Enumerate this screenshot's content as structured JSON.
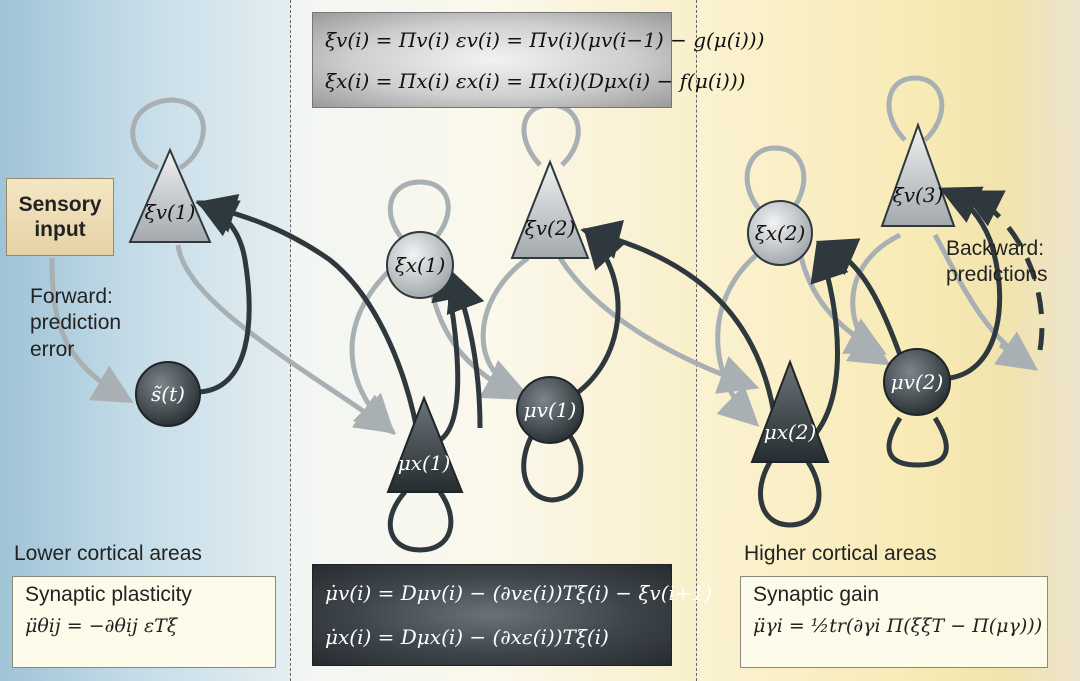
{
  "colors": {
    "gray_arrow": "#a9b0b4",
    "dark_arrow": "#2f383d",
    "light_node": "#c9cdd0",
    "dark_node": "#3d464b"
  },
  "equations_top": {
    "line1": "ξv(i) = Πv(i) εv(i) = Πv(i)(μv(i−1) − g(μ(i)))",
    "line2": "ξx(i) = Πx(i) εx(i) = Πx(i)(Dμx(i) − f(μ(i)))"
  },
  "equations_bottom": {
    "line1": "μ̇v(i) = Dμv(i) − (∂vε(i))Tξ(i) − ξv(i+1)",
    "line2": "μ̇x(i) = Dμx(i) − (∂xε(i))Tξ(i)"
  },
  "sensory_input": "Sensory\ninput",
  "forward_label": "Forward:\nprediction\nerror",
  "backward_label": "Backward:\npredictions",
  "lower_areas": {
    "label": "Lower cortical areas",
    "box_title": "Synaptic plasticity",
    "equation": "μ̈θij = −∂θij εTξ"
  },
  "higher_areas": {
    "label": "Higher cortical areas",
    "box_title": "Synaptic gain",
    "equation": "μ̈γi = ½tr(∂γi Π(ξξT − Π(μγ)))"
  },
  "nodes": {
    "xi_v1": "ξv(1)",
    "s_t": "s̃(t)",
    "xi_x1": "ξx(1)",
    "xi_v2": "ξv(2)",
    "mu_x1": "μx(1)",
    "mu_v1": "μv(1)",
    "xi_x2": "ξx(2)",
    "xi_v3": "ξv(3)",
    "mu_x2": "μx(2)",
    "mu_v2": "μv(2)"
  }
}
